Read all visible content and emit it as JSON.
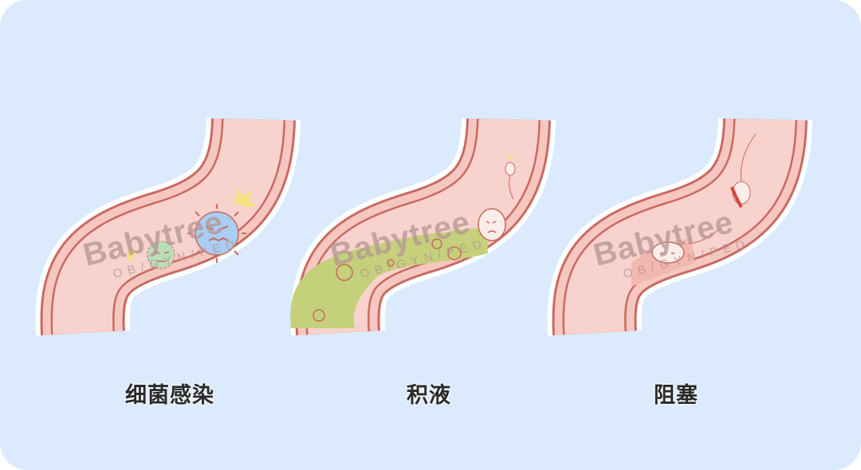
{
  "panels": [
    {
      "label": "细菌感染",
      "icon": "bacteria-infection-illustration"
    },
    {
      "label": "积液",
      "icon": "fluid-accumulation-illustration"
    },
    {
      "label": "阻塞",
      "icon": "blockage-illustration"
    }
  ],
  "watermark": {
    "brand": "Babytree",
    "sub": "OB/GYN/PED"
  },
  "colors": {
    "background": "#dbeafc",
    "tube": "#f6c7c0",
    "wall": "#c86a62",
    "fluid": "#c5d07a",
    "bacteria_blue": "#a9cdf3",
    "bacteria_green": "#b9dfb9",
    "spark": "#f6df7d"
  }
}
